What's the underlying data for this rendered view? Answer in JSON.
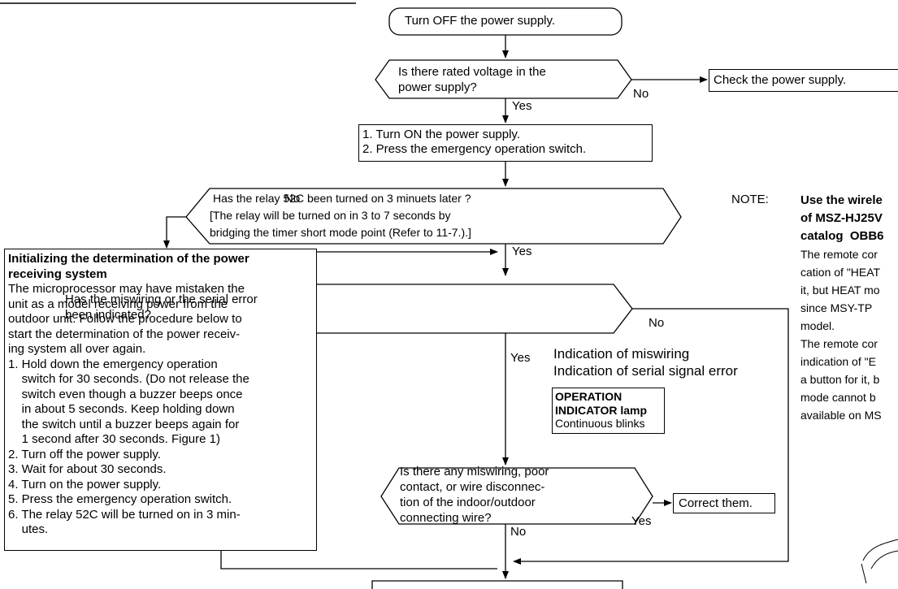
{
  "nodes": {
    "start": "Turn OFF the power supply.",
    "q_voltage": [
      "Is there rated voltage in the",
      "power supply?"
    ],
    "check_power": "Check the power supply.",
    "turn_on_steps": [
      "1. Turn ON the power supply.",
      "2. Press the emergency operation switch."
    ],
    "q_relay": [
      "Has the relay 52C been turned on 3 minuets later ?",
      "[The relay will be turned on in 3 to 7 seconds by",
      "bridging the timer short mode point (Refer to 11-7.).]"
    ],
    "init_box": {
      "title": [
        "Initializing the determination of the power",
        "receiving system"
      ],
      "intro": [
        "The microprocessor may have mistaken the",
        "unit as a model receiving power from the",
        "outdoor unit. Follow the procedure below to",
        "start the determination of the power receiv-",
        "ing system all over again."
      ],
      "steps": [
        "1. Hold down the emergency operation",
        "    switch for 30 seconds. (Do not release the",
        "    switch even though a buzzer beeps once",
        "    in about 5 seconds. Keep holding down",
        "    the switch until a buzzer beeps again for",
        "    1 second after 30 seconds. Figure 1)",
        "2. Turn off the power supply.",
        "3. Wait for about 30 seconds.",
        "4. Turn on the power supply.",
        "5. Press the emergency operation switch.",
        "6. The relay 52C will be turned on in 3 min-",
        "    utes."
      ]
    },
    "q_miswiring": [
      "Has the miswiring or the serial error",
      "been indicated?"
    ],
    "indication": [
      "Indication of miswiring",
      "Indication of serial signal error"
    ],
    "lamp_box": {
      "title": [
        "OPERATION",
        "INDICATOR lamp"
      ],
      "text": "Continuous blinks"
    },
    "q_wire": [
      "Is there any miswiring, poor",
      "contact, or wire disconnec-",
      "tion of the indoor/outdoor",
      "connecting wire?"
    ],
    "correct": "Correct them."
  },
  "labels": {
    "yes": "Yes",
    "no": "No"
  },
  "note": {
    "label": "NOTE:",
    "bold_lines": [
      "Use the wirele",
      "of MSZ-HJ25V",
      "catalog  OBB6"
    ],
    "lines": [
      "The remote cor",
      "cation of \"HEAT",
      "it, but HEAT mo",
      "since MSY-TP",
      "model.",
      "The remote cor",
      "indication of \"E",
      "a button for it, b",
      "mode cannot b",
      "available on MS"
    ]
  }
}
